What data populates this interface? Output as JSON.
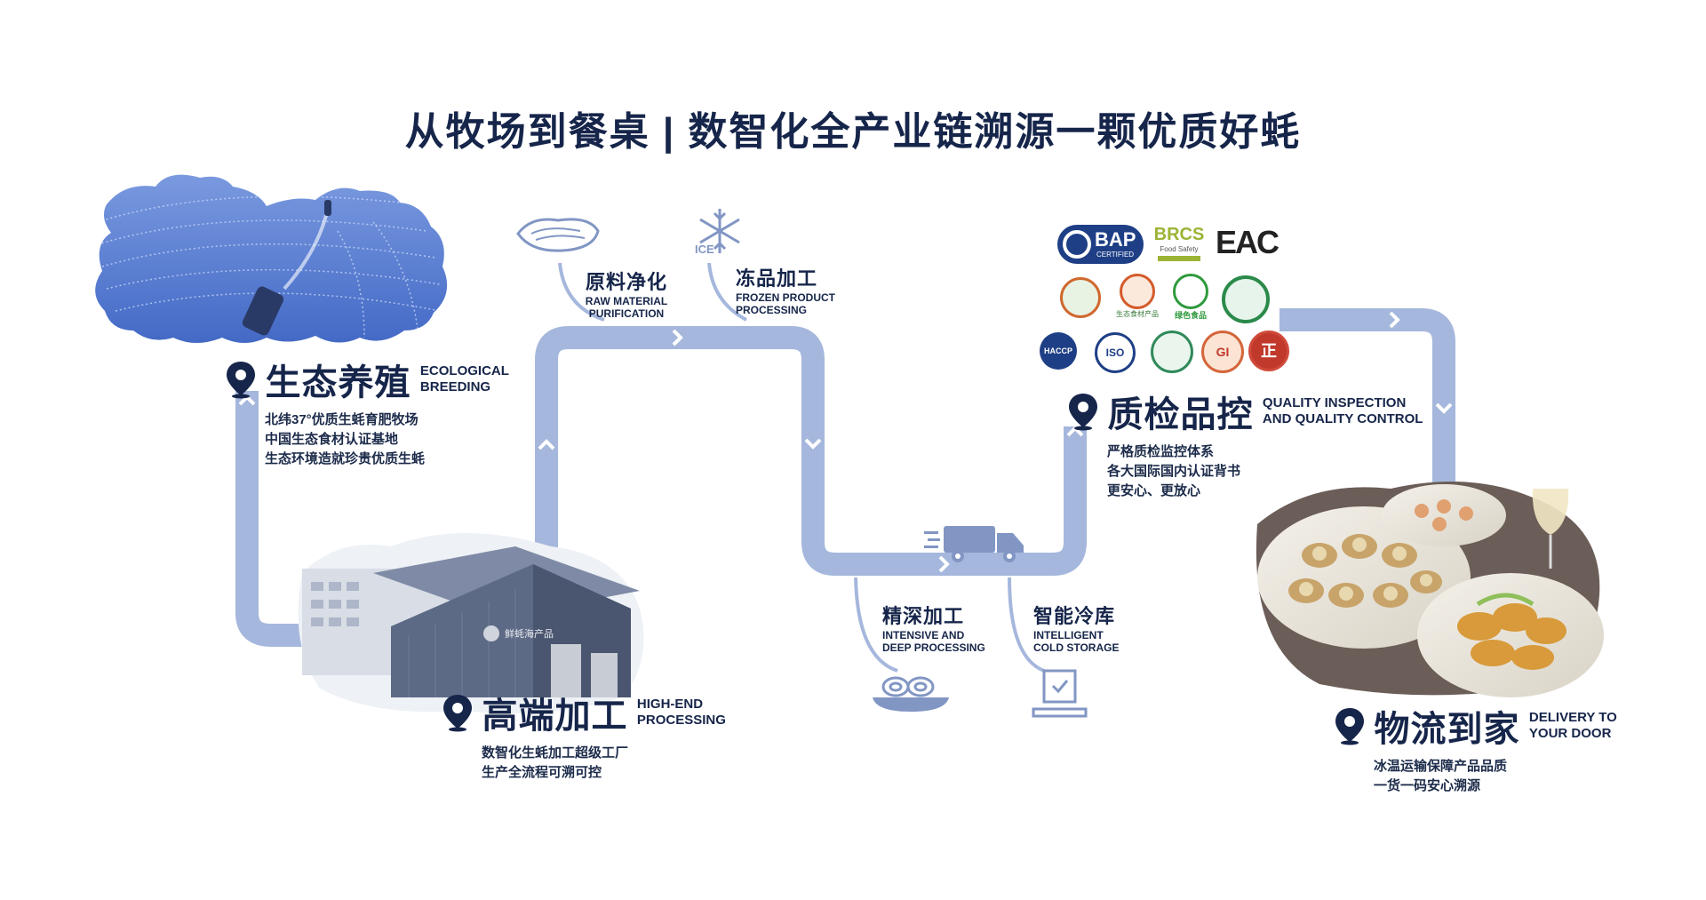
{
  "title": "从牧场到餐桌 | 数智化全产业链溯源一颗优质好蚝",
  "colors": {
    "flow": "#a5b7dc",
    "dark": "#16254a",
    "photo_blue": "#5b7fd1"
  },
  "stages": {
    "breeding": {
      "cn": "生态养殖",
      "en": "ECOLOGICAL\nBREEDING",
      "lines": [
        "北纬37°优质生蚝育肥牧场",
        "中国生态食材认证基地",
        "生态环境造就珍贵优质生蚝"
      ]
    },
    "processing": {
      "cn": "高端加工",
      "en": "HIGH-END\nPROCESSING",
      "lines": [
        "数智化生蚝加工超级工厂",
        "生产全流程可溯可控"
      ]
    },
    "quality": {
      "cn": "质检品控",
      "en": "QUALITY INSPECTION\nAND QUALITY CONTROL",
      "lines": [
        "严格质检监控体系",
        "各大国际国内认证背书",
        "更安心、更放心"
      ]
    },
    "delivery": {
      "cn": "物流到家",
      "en": "DELIVERY TO\nYOUR DOOR",
      "lines": [
        "冰温运输保障产品品质",
        "一货一码安心溯源"
      ]
    }
  },
  "substeps": {
    "raw": {
      "cn": "原料净化",
      "en": "RAW MATERIAL\nPURIFICATION",
      "icon": "oyster-icon"
    },
    "frozen": {
      "cn": "冻品加工",
      "en": "FROZEN PRODUCT\nPROCESSING",
      "icon": "snowflake-icon",
      "icon_text": "ICE"
    },
    "intensive": {
      "cn": "精深加工",
      "en": "INTENSIVE AND\nDEEP PROCESSING",
      "icon": "noodle-bowl-icon"
    },
    "cold": {
      "cn": "智能冷库",
      "en": "INTELLIGENT\nCOLD STORAGE",
      "icon": "storage-box-icon"
    }
  },
  "truck_icon": "delivery-truck-icon",
  "factory_sign": "鲜蚝海产品",
  "certs": {
    "bap": {
      "text": "BAP",
      "sub": "CERTIFIED"
    },
    "brcs": {
      "text": "BRCS",
      "sub": "Food Safety"
    },
    "eac": {
      "text": "EAC"
    },
    "haccp": {
      "text": "HACCP"
    },
    "iso": {
      "text": "ISO"
    },
    "eco_food": {
      "text": "生态食材产品"
    },
    "green_food": {
      "text": "绿色食品"
    },
    "gi": {
      "text": "GI"
    },
    "zheng": {
      "text": "正"
    }
  }
}
